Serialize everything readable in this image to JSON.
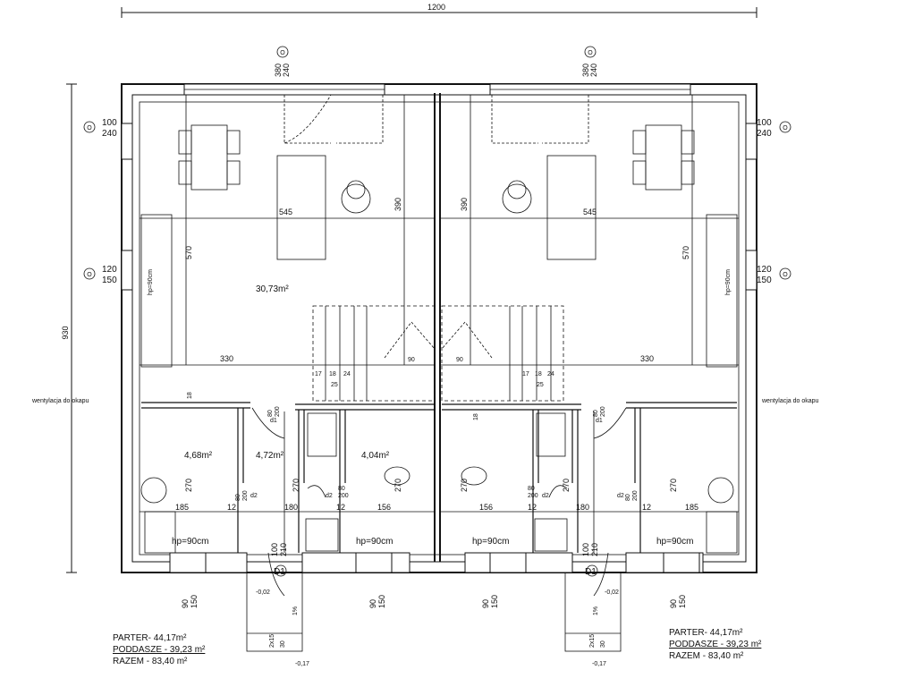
{
  "overall": {
    "width_label": "1200",
    "height_label": "930"
  },
  "axis_marker_symbol": "O",
  "common": {
    "stair_left": [
      "17",
      "18",
      "24"
    ],
    "stair_w": "25",
    "stair_depth": "90",
    "stair_rise": "18",
    "kitchen_depth": "570",
    "hall_depth": "270",
    "width_330": "330",
    "width_545": "545",
    "width_390": "390",
    "width_185": "185",
    "width_12": "12",
    "width_180": "180",
    "width_156": "156"
  },
  "units": {
    "left": {
      "opening_top": [
        "380",
        "240"
      ],
      "opening_side_upper": [
        "100",
        "240"
      ],
      "opening_side_middle": [
        "120",
        "150"
      ],
      "opening_bottom_left": [
        "90",
        "150"
      ],
      "opening_bottom_mid": [
        "90",
        "150"
      ],
      "door_front": [
        "100",
        "210"
      ],
      "door_front_code": "D1",
      "door_d1": [
        "80",
        "200"
      ],
      "door_d2_a": [
        "80",
        "200"
      ],
      "door_d2_b": [
        "80",
        "200"
      ],
      "door_code_d1": "d1",
      "door_code_d2": "d2",
      "living_area": "30,73m²",
      "room_a_area": "4,68m²",
      "room_b_area": "4,72m²",
      "room_c_area": "4,04m²",
      "hp_wc": "hp=90cm",
      "hp_bath": "hp=90cm",
      "hp_kitchen": "hp=90cm",
      "ventilation": "wentylacja do okapu",
      "entrance_level": "-0,02",
      "step_slope": "1%",
      "step_dims": [
        "2x15",
        "30"
      ],
      "ground_level": "-0,17",
      "summary": {
        "ground": "PARTER- 44,17m²",
        "attic": "PODDASZE - 39,23 m²",
        "total": "RAZEM - 83,40 m²"
      }
    },
    "right": {
      "opening_top": [
        "380",
        "240"
      ],
      "opening_side_upper": [
        "100",
        "240"
      ],
      "opening_side_middle": [
        "120",
        "150"
      ],
      "opening_bottom_left": [
        "90",
        "150"
      ],
      "opening_bottom_mid": [
        "90",
        "150"
      ],
      "door_front": [
        "100",
        "210"
      ],
      "door_front_code": "D1",
      "door_d1": [
        "80",
        "200"
      ],
      "door_d2_a": [
        "80",
        "200"
      ],
      "door_d2_b": [
        "80",
        "200"
      ],
      "door_code_d1": "d1",
      "door_code_d2": "d2",
      "living_area": "",
      "room_a_area": "",
      "room_b_area": "",
      "room_c_area": "",
      "hp_wc": "hp=90cm",
      "hp_bath": "hp=90cm",
      "hp_kitchen": "hp=90cm",
      "ventilation": "wentylacja do okapu",
      "entrance_level": "-0,02",
      "step_slope": "1%",
      "step_dims": [
        "2x15",
        "30"
      ],
      "ground_level": "-0,17",
      "summary": {
        "ground": "PARTER- 44,17m²",
        "attic": "PODDASZE - 39,23 m²",
        "total": "RAZEM - 83,40 m²"
      }
    }
  }
}
